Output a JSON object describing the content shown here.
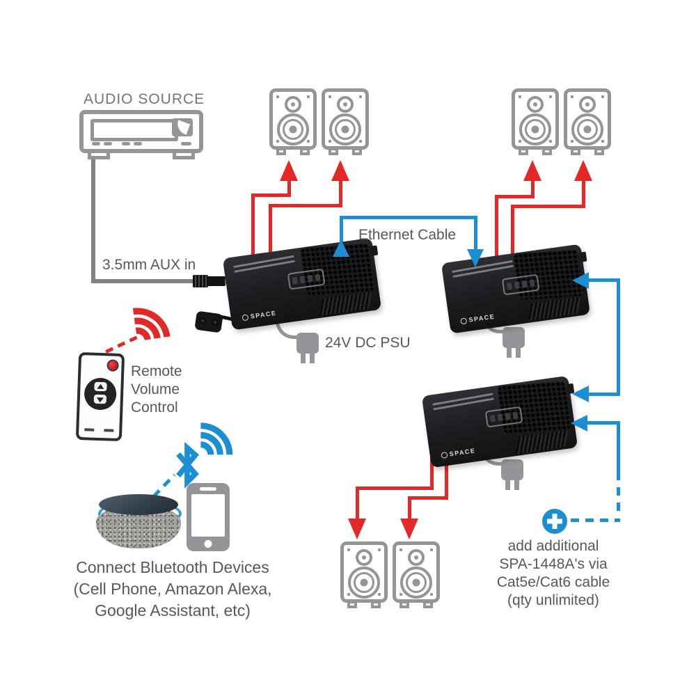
{
  "colors": {
    "red": "#e32927",
    "blue": "#1b8fd1",
    "gray_icon": "#939598",
    "cable_gray": "#808285",
    "caption_text": "#57585a",
    "amp_body": "#1d1e21"
  },
  "diagram": {
    "audio_source_label": "AUDIO SOURCE",
    "aux_label": "3.5mm AUX in",
    "ethernet_label": "Ethernet Cable",
    "psu_label": "24V DC PSU",
    "remote_label_lines": [
      "Remote",
      "Volume",
      "Control"
    ],
    "bluetooth_caption_lines": [
      "Connect Bluetooth Devices",
      "(Cell Phone, Amazon Alexa,",
      "Google Assistant, etc)"
    ],
    "expansion_caption_lines": [
      "add additional",
      "SPA-1448A's via",
      "Cat5e/Cat6 cable",
      "(qty unlimited)"
    ],
    "amplifier_logo": "SPACE"
  }
}
